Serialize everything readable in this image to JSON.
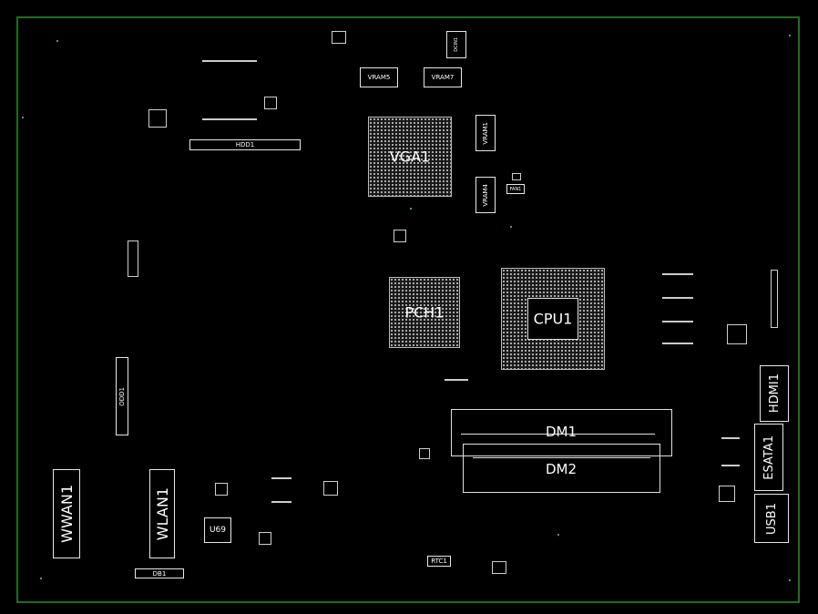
{
  "board": {
    "components": {
      "vga": "VGA1",
      "pch": "PCH1",
      "cpu": "CPU1",
      "dm1": "DM1",
      "dm2": "DM2",
      "hdmi": "HDMI1",
      "esata": "ESATA1",
      "usb": "USB1",
      "wwan": "WWAN1",
      "wlan": "WLAN1",
      "odd": "ODD1",
      "hdd": "HDD1",
      "vram1": "VRAM1",
      "vram4": "VRAM4",
      "vram5": "VRAM5",
      "vram7": "VRAM7",
      "u69": "U69",
      "db1": "DB1",
      "rtc": "RTC1",
      "dcin": "DCIN1",
      "fan": "FAN1"
    },
    "colors": {
      "background": "#000000",
      "outline": "#1f6e1f",
      "silkscreen": "#e8e8e8",
      "pads": "#2aa5a5"
    }
  }
}
